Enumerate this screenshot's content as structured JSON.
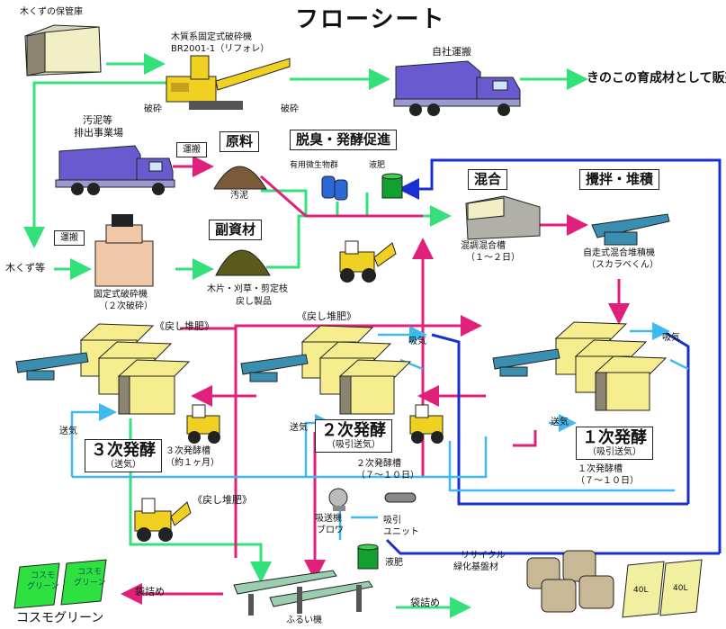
{
  "title": "フローシート",
  "labels": {
    "wood_storage": "木くずの保管庫",
    "crusher_model": "木質系固定式破砕機",
    "crusher_code": "BR2001-1（リフォレ）",
    "crush_a": "破砕",
    "crush_b": "破砕",
    "own_transport": "自社運搬",
    "mushroom_sale": "きのこの育成材として販売",
    "sludge_source_1": "汚泥等",
    "sludge_source_2": "排出事業場",
    "transport_1": "運搬",
    "raw_material": "原料",
    "sludge": "汚泥",
    "deodor": "脱臭・発酵促進",
    "microbes": "有用微生物群",
    "liquid_fert": "液肥",
    "mixing": "混合",
    "stirring": "攪拌・堆積",
    "mix_tank_1": "混調混合槽",
    "mix_tank_2": "（１～２日）",
    "self_mixer_1": "自走式混合堆積機",
    "self_mixer_2": "（スカラベくん）",
    "transport_2": "運搬",
    "wood_chips": "木くず等",
    "fixed_crusher_1": "固定式破砕機",
    "fixed_crusher_2": "（２次破砕）",
    "sub_material": "副資材",
    "sub_material_desc_1": "木片・刈草・剪定枝",
    "sub_material_desc_2": "戻し製品",
    "return_compost_1": "《戻し堆肥》",
    "return_compost_2": "《戻し堆肥》",
    "return_compost_3": "《戻し堆肥》",
    "intake_1": "吸気",
    "intake_2": "吸気",
    "air_feed_1": "送気",
    "air_feed_2": "送気",
    "air_feed_3": "送気",
    "ferm3": "３次発酵",
    "ferm3_sub": "（送気）",
    "ferm3_tank_1": "３次発酵槽",
    "ferm3_tank_2": "（約１ヶ月）",
    "ferm2": "２次発酵",
    "ferm2_sub": "（吸引送気）",
    "ferm2_tank_1": "２次発酵槽",
    "ferm2_tank_2": "（７～１０日）",
    "ferm1": "１次発酵",
    "ferm1_sub": "（吸引送気）",
    "ferm1_tank_1": "１次発酵槽",
    "ferm1_tank_2": "（７～１０日）",
    "blower_1": "吸送機",
    "blower_2": "ブロワ",
    "suction_1": "吸引",
    "suction_2": "ユニット",
    "liquid_fert_2": "液肥",
    "bagging_1": "袋詰め",
    "bagging_2": "袋詰め",
    "sieve": "ふるい機",
    "recycle_1": "リサイクル",
    "recycle_2": "緑化基盤材",
    "cosmo": "コスモグリーン",
    "bag_text_a": "コスモ",
    "bag_text_b": "グリーン",
    "bag_text_c": "コスモ",
    "bag_text_d": "グリーン",
    "sack_a": "40L",
    "sack_b": "40L"
  },
  "colors": {
    "green_flow": "#33e07a",
    "pink_flow": "#e0207a",
    "blue_flow": "#1a2fd0",
    "light_blue_flow": "#40b8f0",
    "tank_yellow": "#f6ee8e",
    "truck_blue": "#6a5ad0",
    "machine_yellow": "#f0d020"
  }
}
